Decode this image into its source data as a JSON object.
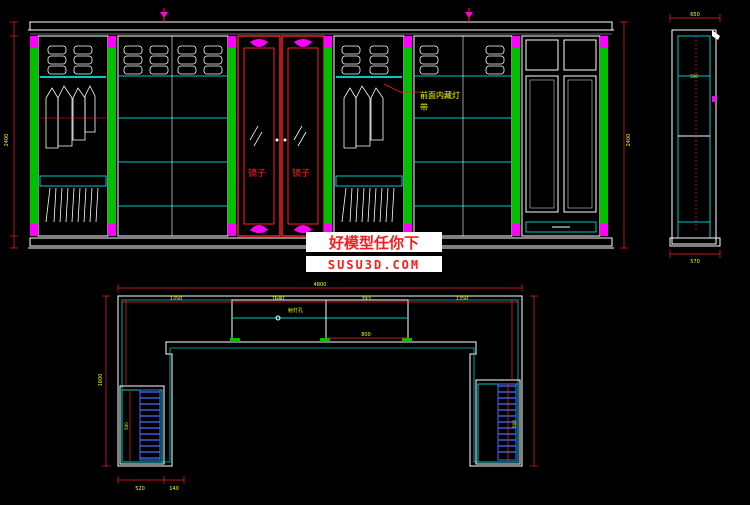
{
  "labels": {
    "mirror_left": "镜子",
    "mirror_right": "镜子",
    "inner_light": "前面内藏灯",
    "inner_light_2": "带",
    "lamp_hole": "射灯孔"
  },
  "watermark": {
    "title": "好模型任你下",
    "site": "SUSU3D.COM"
  },
  "dimensions": {
    "overall_width": "4800",
    "plan_left_seg": "1350",
    "plan_mid_a": "1640",
    "plan_mid_b": "393",
    "plan_right_seg": "1350",
    "plan_inner": "800",
    "plan_height": "1600",
    "plan_depth_left": "500",
    "plan_depth_right": "500",
    "plan_bottom_a": "520",
    "plan_bottom_b": "140",
    "elev_height": "2400",
    "elev_height_right": "2400",
    "side_width": "550",
    "side_bottom": "570",
    "side_top": "650"
  },
  "colors": {
    "background": "#000000",
    "cabinet_line": "#ffffff",
    "shelf_cyan": "#00c8c8",
    "pilaster_green": "#00c000",
    "accent_magenta": "#ff00ff",
    "dim_red": "#ff2020",
    "label_yellow": "#ffff00",
    "watermark_red": "#ff1a1a"
  }
}
